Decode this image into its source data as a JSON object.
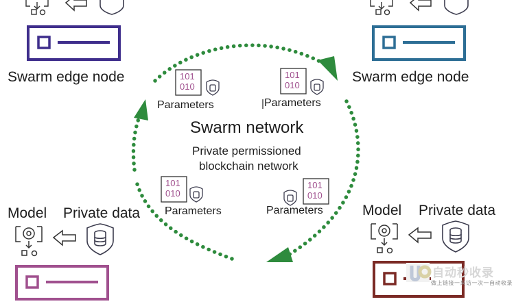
{
  "nodes": {
    "top_left": {
      "label": "Swarm edge node",
      "color": "#3f2e8c"
    },
    "top_right": {
      "label": "Swarm edge node",
      "color": "#2d6e95"
    },
    "bottom_left": {
      "model_label": "Model",
      "data_label": "Private data",
      "color": "#a0508e"
    },
    "bottom_right": {
      "model_label": "Model",
      "data_label": "Private data",
      "color": "#7b2a25"
    }
  },
  "network": {
    "title": "Swarm network",
    "subtitle_line1": "Private permissioned",
    "subtitle_line2": "blockchain network"
  },
  "parameters": {
    "top_left": "Parameters",
    "top_right": "Parameters",
    "bottom_left": "Parameters",
    "bottom_right": "Parameters",
    "binary_top": "101",
    "binary_bottom": "010"
  },
  "colors": {
    "cycle_arrow": "#2e8b3d",
    "binary_doc": "#a0508e",
    "shield": "#3c3c4e"
  },
  "watermark": {
    "main": "自动秒收录",
    "sub": "做上链接一来访一次一自动收录"
  }
}
